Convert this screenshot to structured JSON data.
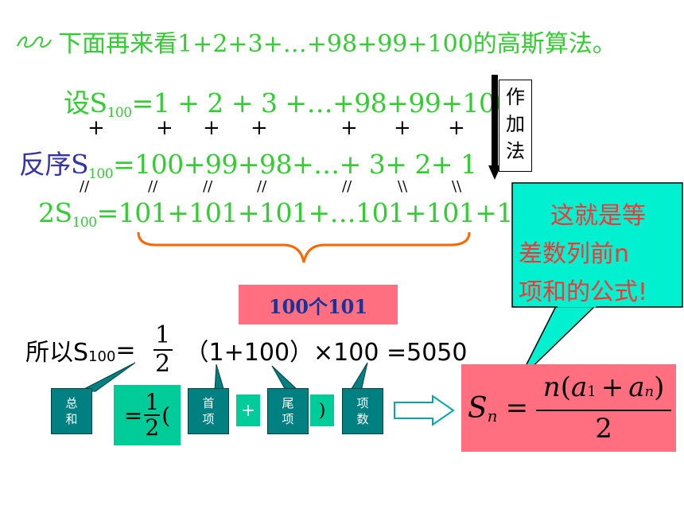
{
  "title": {
    "text": "下面再来看1+2+3+…+98+99+100的高斯算法。",
    "icon": "decorative-bullet-icon"
  },
  "rows": {
    "row1_prefix": "设S",
    "sub": "100",
    "row1_rest": "=1 + 2 + 3 +…+98+99+100",
    "plus_marks": [
      "+",
      "+",
      "+",
      "+",
      "+",
      "+",
      "+"
    ],
    "row2_prefix": "反序S",
    "row2_rest": "=100+99+98+…+  3+  2+  1",
    "slash_marks": [
      "//",
      "//",
      "//",
      "//",
      "//",
      "\\\\",
      "\\\\"
    ],
    "row3_prefix": "2S",
    "row3_rest": "=101+101+101+…101+101+101"
  },
  "vertical_label": {
    "chars": [
      "作",
      "加",
      "法"
    ]
  },
  "callout_green": {
    "line1": "这就是等",
    "line2": "差数列前n",
    "line3": "项和的公式!"
  },
  "count_label": "100个101",
  "result": {
    "prefix": "所以S",
    "sub": "100",
    "eq": "=",
    "num": "1",
    "den": "2",
    "rest": "（1+100）×100 =5050"
  },
  "explain": {
    "total": [
      "总",
      "和"
    ],
    "eq_half": {
      "eq": "=",
      "num": "1",
      "den": "2",
      "paren": "("
    },
    "first": [
      "首",
      "项"
    ],
    "plus": "+",
    "last": [
      "尾",
      "项"
    ],
    "close": ")",
    "count": [
      "项",
      "数"
    ]
  },
  "formula": {
    "S": "S",
    "n": "n",
    "eq": "=",
    "num_n": "n",
    "open": "(",
    "a": "a",
    "one": "1",
    "plus": "+",
    "a2": "a",
    "n2": "n",
    "close": ")",
    "den": "2"
  },
  "colors": {
    "green": "#33cc33",
    "blue": "#3333aa",
    "teal": "#008080",
    "mint": "#00cc99",
    "pink": "#ff6f7f",
    "cyan": "#00f0d0",
    "orange": "#ff6600"
  }
}
